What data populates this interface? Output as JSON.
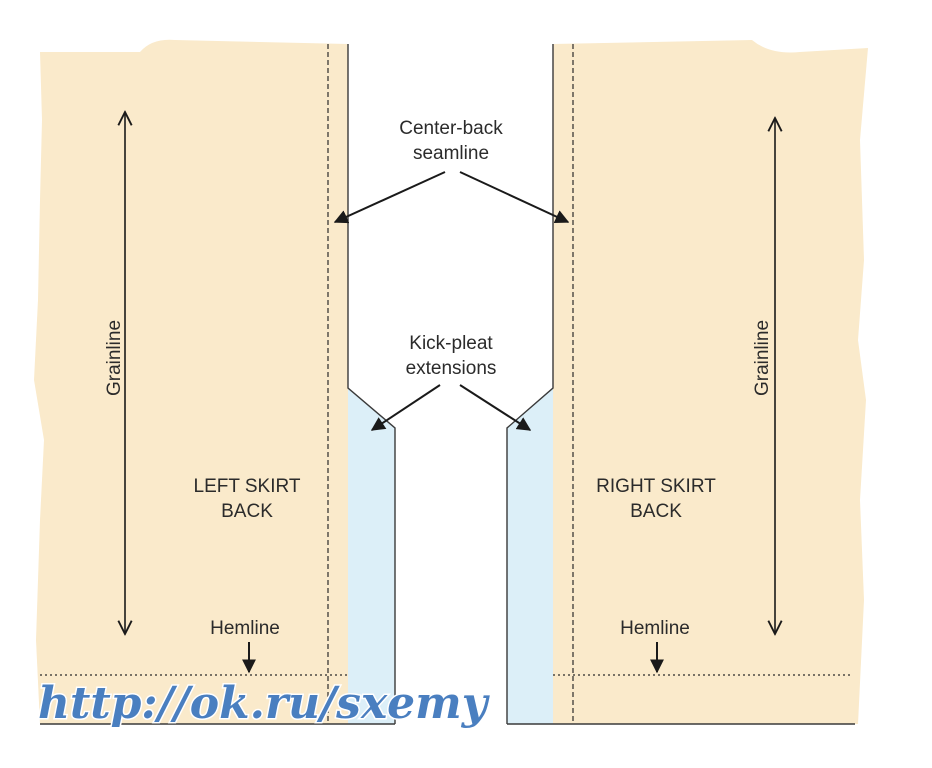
{
  "labels": {
    "center_back_1": "Center-back",
    "center_back_2": "seamline",
    "kick_pleat_1": "Kick-pleat",
    "kick_pleat_2": "extensions",
    "left_piece_1": "LEFT SKIRT",
    "left_piece_2": "BACK",
    "right_piece_1": "RIGHT SKIRT",
    "right_piece_2": "BACK",
    "grainline_left": "Grainline",
    "grainline_right": "Grainline",
    "hemline_left": "Hemline",
    "hemline_right": "Hemline"
  },
  "watermark": "http://ok.ru/sxemy",
  "colors": {
    "fabric": "#faeacb",
    "pleat": "#dceff8",
    "outline": "#3a3a3a",
    "watermark": "#4a7fc0"
  }
}
